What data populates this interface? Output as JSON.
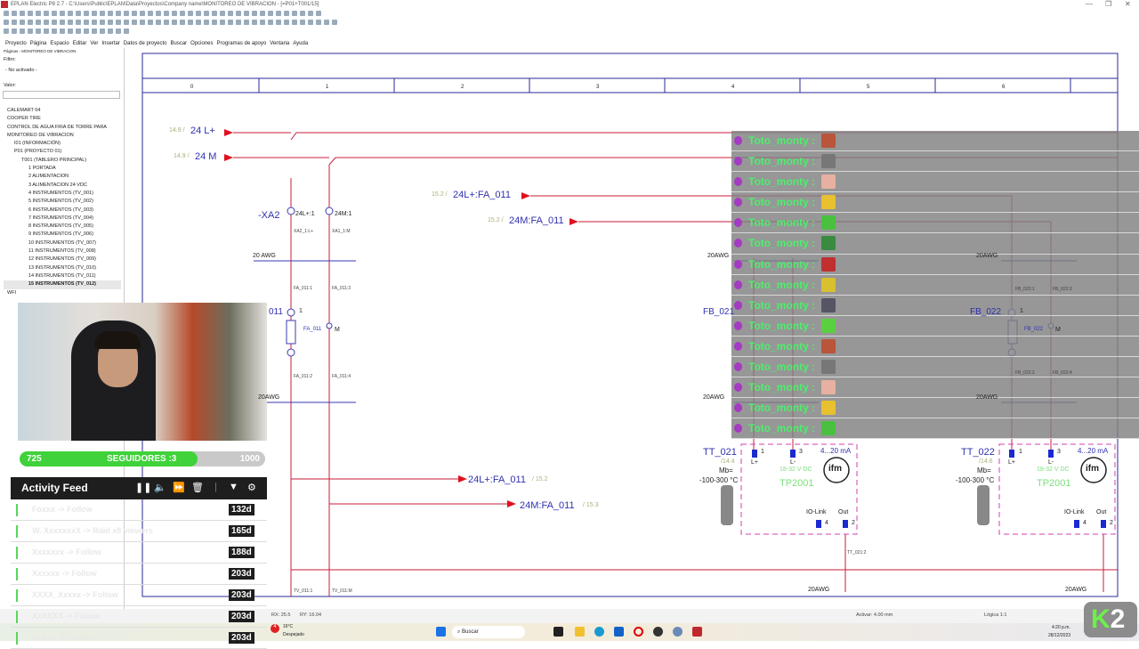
{
  "window": {
    "title": "EPLAN Electric P8 2.7 - C:\\Users\\Public\\EPLAN\\Data\\Proyectos\\Company name\\MONITOREO DE VIBRACION - [=P01+T001/15]"
  },
  "menu": [
    "Proyecto",
    "Página",
    "Espacio",
    "Editar",
    "Ver",
    "Insertar",
    "Datos de proyecto",
    "Buscar",
    "Opciones",
    "Programas de apoyo",
    "Ventana",
    "Ayuda"
  ],
  "sidebar": {
    "header": "Páginas - MONITOREO DE VIBRACION",
    "filter_label": "Filtro:",
    "filter_value": "- No activado -",
    "value_label": "Valor:",
    "tree": [
      "CALEMART 04",
      "COOPER TIRE",
      "CONTROL DE AGUA FRIA DE TORRE PARA",
      "MONITOREO DE VIBRACION",
      "I01 (INFORMACIÓN)",
      "P01 (PROYECTO 01)",
      "T001 (TABLERO PRINCIPAL)",
      "1 PORTADA",
      "2 ALIMENTACION",
      "3 ALIMENTACION 24 VDC",
      "4 INSTRUMENTOS (TV_001)",
      "5 INSTRUMENTOS (TV_002)",
      "6 INSTRUMENTOS (TV_003)",
      "7 INSTRUMENTOS (TV_004)",
      "8 INSTRUMENTOS (TV_005)",
      "9 INSTRUMENTOS (TV_006)",
      "10 INSTRUMENTOS (TV_007)",
      "11 INSTRUMENTOS (TV_008)",
      "12 INSTRUMENTOS (TV_009)",
      "13 INSTRUMENTOS (TV_010)",
      "14 INSTRUMENTOS (TV_011)",
      "15 INSTRUMENTOS (TV_012)",
      "WFI"
    ],
    "indent": [
      0,
      0,
      0,
      0,
      1,
      1,
      2,
      3,
      3,
      3,
      3,
      3,
      3,
      3,
      3,
      3,
      3,
      3,
      3,
      3,
      3,
      3,
      0
    ]
  },
  "schematic": {
    "columns": [
      "0",
      "1",
      "2",
      "3",
      "4",
      "5",
      "6"
    ],
    "l1": {
      "ref": "14.9 /",
      "label": "24 L+"
    },
    "l2": {
      "ref": "14.9 /",
      "label": "24 M"
    },
    "l3": {
      "ref": "15.2 /",
      "label": "24L+:FA_011"
    },
    "l4": {
      "ref": "15.2 /",
      "label": "24M:FA_011"
    },
    "xa2": "-XA2",
    "t1": "24L+:1",
    "t2": "24M:1",
    "t1s": "XA2_1:L+",
    "t2s": "XA1_1:M",
    "awg": "20 AWG",
    "awg2": "20AWG",
    "fa": "FA_011",
    "fa1": "FA_011:1",
    "fa3": "FA_011:3",
    "fa2": "FA_011:2",
    "fa4": "FA_011:4",
    "m": "M",
    "one": "1",
    "dev_partial": "011",
    "fb021": "FB_021",
    "fb022": "FB_022",
    "fb022_t": "FB_022",
    "fb022_1": "FB_022:1",
    "fb022_3": "FB_022:3",
    "fb022_2": "FB_022:2",
    "fb022_4": "FB_022:4",
    "o1": {
      "label": "24L+:FA_011",
      "ref": "/ 15.2"
    },
    "o2": {
      "label": "24M:FA_011",
      "ref": "/ 15.3"
    },
    "tt": [
      {
        "tag": "TT_021",
        "ref": "/14.4"
      },
      {
        "tag": "TT_022",
        "ref": "/14.6"
      }
    ],
    "mb": "Mb=",
    "range": "-100-300 °C",
    "ma": "4...20 mA",
    "lp": "L+",
    "lm": "L-",
    "p1": "1",
    "p3": "3",
    "p4": "4",
    "p2": "2",
    "volt": "18-32 V DC",
    "model": "TP2001",
    "iolink": "IO-Link",
    "out": "Out",
    "ifm": "ifm",
    "tt021_2": "TT_021:2",
    "tv": "TV_011:1",
    "tvm": "TV_011:M"
  },
  "stream": {
    "progress": {
      "current": "725",
      "label": "SEGUIDORES :3",
      "goal": "1000",
      "fraction": 0.725
    },
    "feed": {
      "title": "Activity Feed",
      "rows": [
        {
          "text": "Foxxx -> Follow",
          "age": "132d"
        },
        {
          "text": "W. XxxxxxxX -> Raid x8 viewers",
          "age": "165d"
        },
        {
          "text": "Xxxxxxx -> Follow",
          "age": "188d"
        },
        {
          "text": "Xxxxxx -> Follow",
          "age": "203d"
        },
        {
          "text": "XXXX_Xxxxx -> Follow",
          "age": "203d"
        },
        {
          "text": "XxXXXX -> Follow",
          "age": "203d"
        },
        {
          "text": "XxXxx -> Follow",
          "age": "203d"
        }
      ]
    },
    "chat": {
      "name": "Toto_monty :",
      "count": 15,
      "badge_color": "#a43bc2",
      "name_color": "#4af06a"
    }
  },
  "statusbar": {
    "coords": "RX: 25.5",
    "coords2": "RY: 16.04",
    "activate": "Activar: 4.00 mm",
    "logic": "Lógica 1:1",
    "weather_temp": "16°C",
    "weather": "Despejado",
    "badge": "4"
  },
  "taskbar": {
    "search": "Buscar",
    "time": "4:20 p.m.",
    "date": "28/12/2023"
  },
  "overlay": {
    "k": "K",
    "num": "2"
  }
}
